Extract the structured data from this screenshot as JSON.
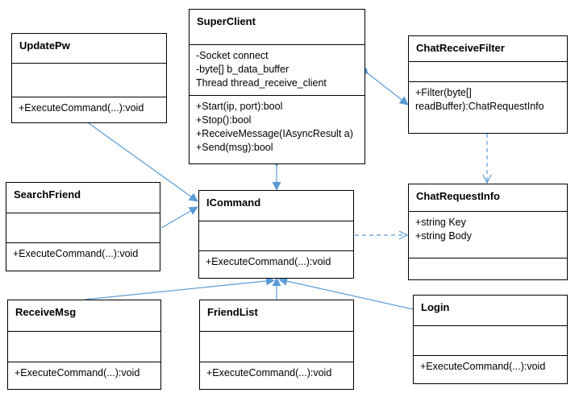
{
  "colors": {
    "edge": "#5B9BD5",
    "border": "#000000"
  },
  "classes": {
    "superclient": {
      "name": "SuperClient",
      "attributes": [
        "-Socket connect",
        "-byte[] b_data_buffer",
        "Thread thread_receive_client"
      ],
      "methods": [
        "+Start(ip, port):bool",
        "+Stop():bool",
        "+ReceiveMessage(IAsyncResult a)",
        "+Send(msg):bool"
      ]
    },
    "updatepw": {
      "name": "UpdatePw",
      "methods": [
        "+ExecuteCommand(...):void"
      ]
    },
    "chatreceivefilter": {
      "name": "ChatReceiveFilter",
      "methods": [
        "+Filter(byte[]",
        "readBuffer):ChatRequestInfo"
      ]
    },
    "searchfriend": {
      "name": "SearchFriend",
      "methods": [
        "+ExecuteCommand(...):void"
      ]
    },
    "icommand": {
      "name": "ICommand",
      "methods": [
        "+ExecuteCommand(...):void"
      ]
    },
    "chatrequestinfo": {
      "name": "ChatRequestInfo",
      "attributes": [
        "+string Key",
        "+string Body"
      ]
    },
    "receivemsg": {
      "name": "ReceiveMsg",
      "methods": [
        "+ExecuteCommand(...):void"
      ]
    },
    "friendlist": {
      "name": "FriendList",
      "methods": [
        "+ExecuteCommand(...):void"
      ]
    },
    "login": {
      "name": "Login",
      "methods": [
        "+ExecuteCommand(...):void"
      ]
    }
  }
}
